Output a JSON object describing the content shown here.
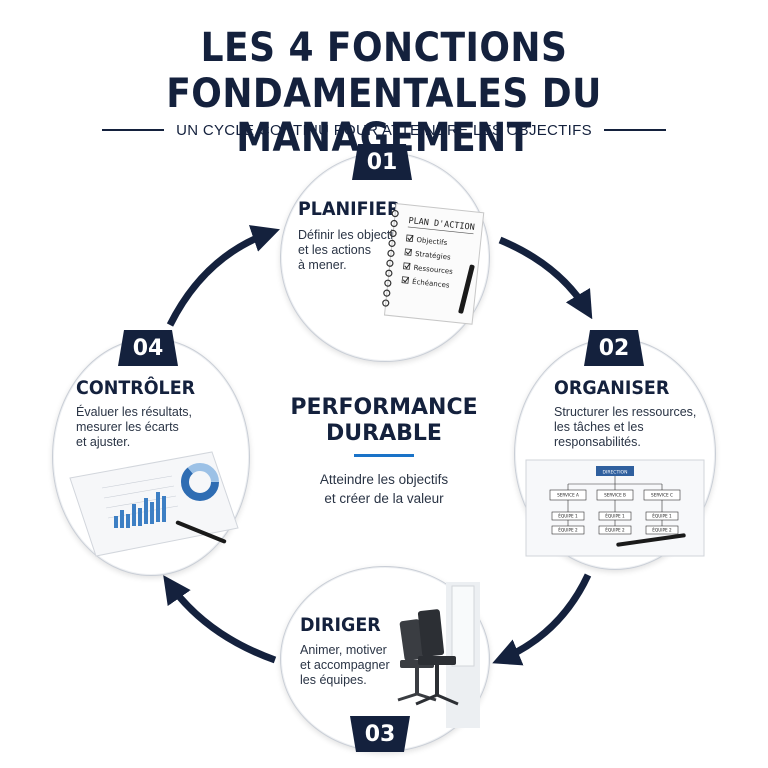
{
  "title": {
    "line1": "LES 4 FONCTIONS",
    "line2": "FONDAMENTALES DU MANAGEMENT",
    "subtitle": "UN CYCLE CONTINU POUR ATTEINDRE LES OBJECTIFS"
  },
  "center": {
    "title_line1": "PERFORMANCE",
    "title_line2": "DURABLE",
    "desc_line1": "Atteindre les objectifs",
    "desc_line2": "et créer de la valeur"
  },
  "steps": [
    {
      "number": "01",
      "heading": "PLANIFIER",
      "desc": [
        "Définir les objectifs",
        "et les actions",
        "à mener."
      ],
      "notepad": {
        "title": "PLAN D'ACTION",
        "items": [
          "Objectifs",
          "Stratégies",
          "Ressources",
          "Échéances"
        ]
      }
    },
    {
      "number": "02",
      "heading": "ORGANISER",
      "desc": [
        "Structurer les ressources,",
        "les tâches et les",
        "responsabilités."
      ],
      "orgchart": {
        "top": "DIRECTION",
        "services": [
          "SERVICE A",
          "SERVICE B",
          "SERVICE C"
        ],
        "teams": [
          "ÉQUIPE 1",
          "ÉQUIPE 2"
        ]
      }
    },
    {
      "number": "03",
      "heading": "DIRIGER",
      "desc": [
        "Animer, motiver",
        "et accompagner",
        "les équipes."
      ]
    },
    {
      "number": "04",
      "heading": "CONTRÔLER",
      "desc": [
        "Évaluer les résultats,",
        "mesurer les écarts",
        "et ajuster."
      ]
    }
  ],
  "colors": {
    "navy": "#14213d",
    "accent": "#1a73c8"
  }
}
